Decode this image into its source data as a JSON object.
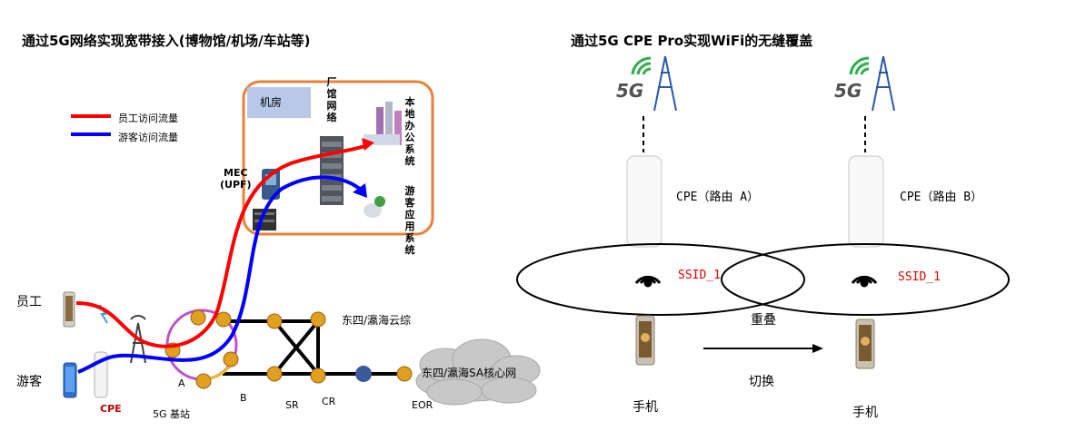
{
  "left": {
    "title": "通过5G网络实现宽带接入(博物馆/机场/车站等)",
    "legend": [
      {
        "label": "员工访问流量",
        "color": "#ff0000"
      },
      {
        "label": "游客访问流量",
        "color": "#0000ff"
      }
    ],
    "machine_room": "机房",
    "factory_network": "厂馆网络",
    "local_office": "本地办公系统",
    "visitor_app": "游客应用系统",
    "mec": "MEC\n(UPF)",
    "employee": "员工",
    "visitor": "游客",
    "cpe": "CPE",
    "base_station": "5G 基站",
    "node_a": "A",
    "node_b": "B",
    "node_sr": "SR",
    "node_cr": "CR",
    "node_eor": "EOR",
    "cloud_dongsi": "东四/瀛海云综",
    "core_network": "东四/瀛海SA核心网"
  },
  "right": {
    "title": "通过5G CPE Pro实现WiFi的无缝覆盖",
    "logo_5g": "5G",
    "cpe_a": "CPE（路由 A）",
    "cpe_b": "CPE（路由 B）",
    "ssid_a": "SSID_1",
    "ssid_b": "SSID_1",
    "overlap": "重叠",
    "handover": "切换",
    "phone_a": "手机",
    "phone_b": "手机"
  },
  "colors": {
    "accent_orange": "#e8823a",
    "employee_red": "#ff0000",
    "visitor_blue": "#0000ff",
    "ssid_red": "#e00000",
    "router_gold": "#e0a020"
  }
}
